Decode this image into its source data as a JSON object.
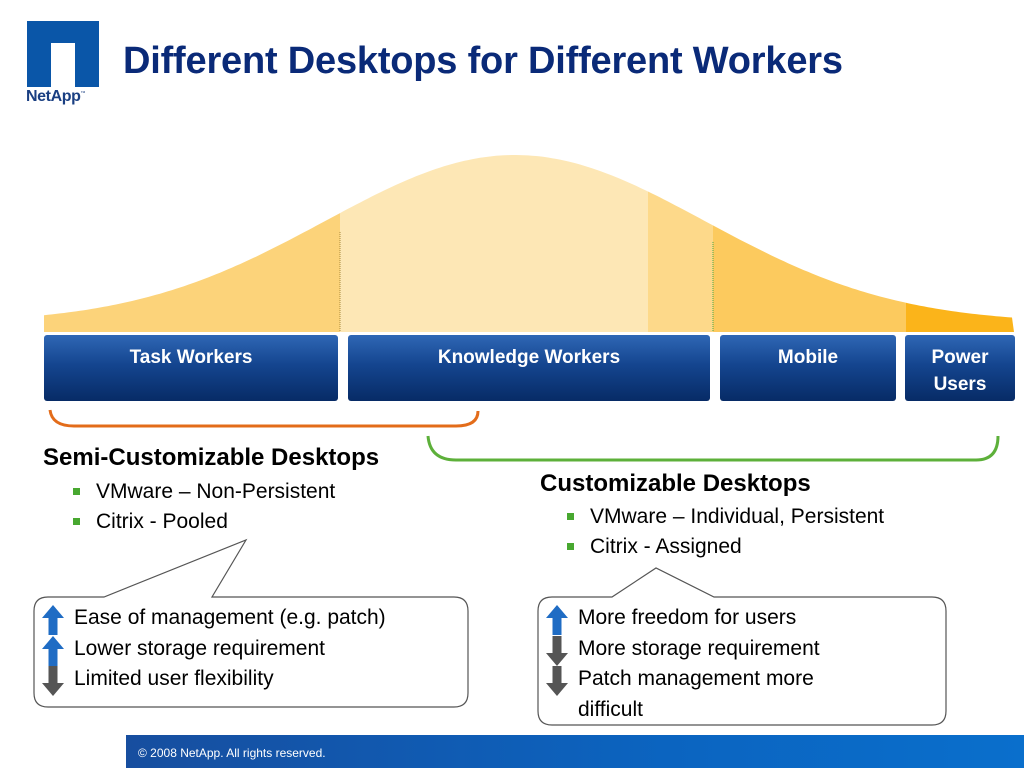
{
  "header": {
    "title": "Different Desktops for Different Workers",
    "logo_text": "NetApp",
    "logo_tm": "™"
  },
  "segments": [
    {
      "label": "Task Workers"
    },
    {
      "label": "Knowledge Workers"
    },
    {
      "label": "Mobile"
    },
    {
      "label": "Power Users"
    }
  ],
  "semi": {
    "heading": "Semi-Customizable Desktops",
    "items": [
      "VMware – Non-Persistent",
      "Citrix - Pooled"
    ]
  },
  "customizable": {
    "heading": "Customizable Desktops",
    "items": [
      "VMware – Individual, Persistent",
      "Citrix - Assigned"
    ]
  },
  "semi_callout": {
    "rows": [
      {
        "text": "Ease of management (e.g. patch)",
        "icon": "up-arrow-icon"
      },
      {
        "text": "Lower storage requirement",
        "icon": "up-arrow-icon"
      },
      {
        "text": "Limited user flexibility",
        "icon": "down-arrow-icon"
      }
    ]
  },
  "custom_callout": {
    "rows": [
      {
        "text": "More freedom for users",
        "icon": "up-arrow-icon"
      },
      {
        "text": "More storage requirement",
        "icon": "down-arrow-icon"
      },
      {
        "text": "Patch management more difficult",
        "icon": "down-arrow-icon"
      }
    ]
  },
  "footer": {
    "copyright": "© 2008 NetApp.  All rights reserved."
  },
  "colors": {
    "title": "#0a2a78",
    "segment": "#14458f",
    "up_arrow": "#1f6cc4",
    "down_arrow": "#555555",
    "semi_bracket": "#e36c1a",
    "custom_bracket": "#5db03a",
    "bullet": "#48a830",
    "curve_light": "#fde7b5",
    "curve_mid": "#fcd37a",
    "curve_dark": "#fbb41a"
  }
}
